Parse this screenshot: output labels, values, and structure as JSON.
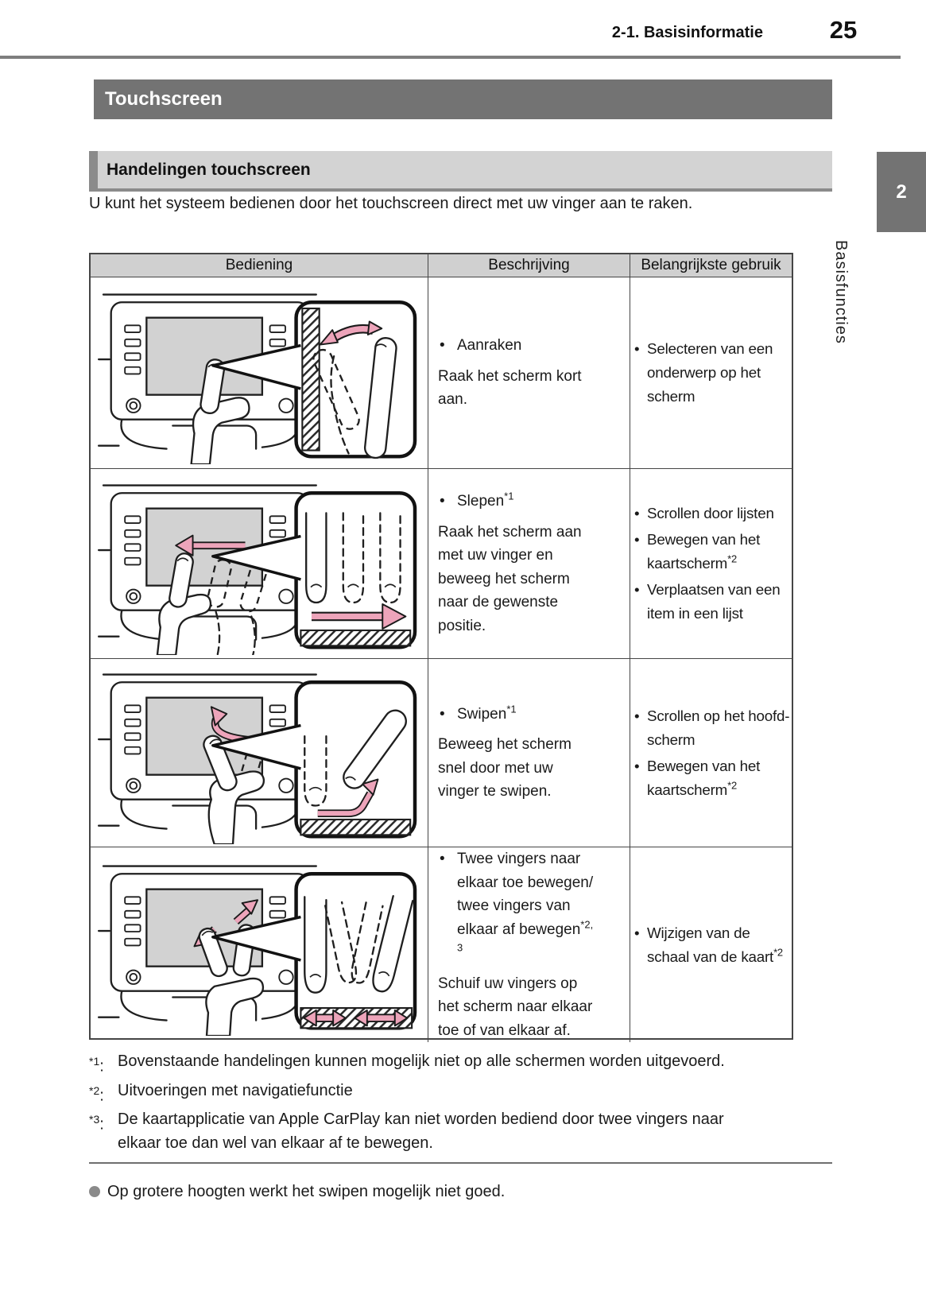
{
  "theme": {
    "banner-gray": "#737373",
    "bar-gray": "#d3d3d3",
    "bar-accent": "#8b8b8b",
    "head-gray": "#d0d0d0",
    "screen": "#d2d2d2",
    "pink": "#eda4ba",
    "rule": "#7e7e7e",
    "dot": "#8a8a8a"
  },
  "glyphs": {
    "bullet": "•"
  },
  "header": {
    "breadcrumb": "2-1. Basisinformatie",
    "page_number": "25"
  },
  "banner": {
    "title": "Touchscreen"
  },
  "side": {
    "tab_number": "2",
    "label": "Basisfuncties"
  },
  "section": {
    "title": "Handelingen touchscreen"
  },
  "intro": "U kunt het systeem bedienen door het touchscreen direct met uw vinger aan te raken.",
  "table": {
    "headers": [
      "Bediening",
      "Beschrijving",
      "Belangrijkste gebruik"
    ],
    "rows": [
      {
        "illustration": "tap-gesture",
        "gesture": {
          "text": "Aanraken",
          "sup": ""
        },
        "description": "Raak het scherm kort aan.",
        "usage": [
          {
            "text": "Selecteren van een onderwerp op het scherm",
            "sup": ""
          }
        ]
      },
      {
        "illustration": "drag-gesture",
        "gesture": {
          "text": "Slepen",
          "sup": "*1"
        },
        "description": "Raak het scherm aan met uw vinger en beweeg het scherm naar de gewenste positie.",
        "usage": [
          {
            "text": "Scrollen door lijsten",
            "sup": ""
          },
          {
            "text": "Bewegen van het kaartscherm",
            "sup": "*2"
          },
          {
            "text": "Verplaatsen van een item in een lijst",
            "sup": ""
          }
        ]
      },
      {
        "illustration": "swipe-gesture",
        "gesture": {
          "text": "Swipen",
          "sup": "*1"
        },
        "description": "Beweeg het scherm snel door met uw vinger te swipen.",
        "usage": [
          {
            "text": "Scrollen op het hoofd-scherm",
            "sup": ""
          },
          {
            "text": "Bewegen van het kaartscherm",
            "sup": "*2"
          }
        ]
      },
      {
        "illustration": "pinch-spread-gesture",
        "gesture": {
          "text": "Twee vingers naar elkaar toe bewegen/ twee vingers van elkaar af bewegen",
          "sup": "*2, 3"
        },
        "description": "Schuif uw vingers op het scherm naar elkaar toe of van elkaar af.",
        "usage": [
          {
            "text": "Wijzigen van de schaal van de kaart",
            "sup": "*2"
          }
        ]
      }
    ]
  },
  "footnotes": {
    "separator": ":",
    "items": [
      {
        "marker": "*1",
        "text": "Bovenstaande handelingen kunnen mogelijk niet op alle schermen worden uitgevoerd."
      },
      {
        "marker": "*2",
        "text": "Uitvoeringen met navigatiefunctie"
      },
      {
        "marker": "*3",
        "text": "De kaartapplicatie van Apple CarPlay kan niet worden bediend door twee vingers naar elkaar toe dan wel van elkaar af te bewegen."
      }
    ]
  },
  "note": {
    "text": "Op grotere hoogten werkt het swipen mogelijk niet goed."
  }
}
